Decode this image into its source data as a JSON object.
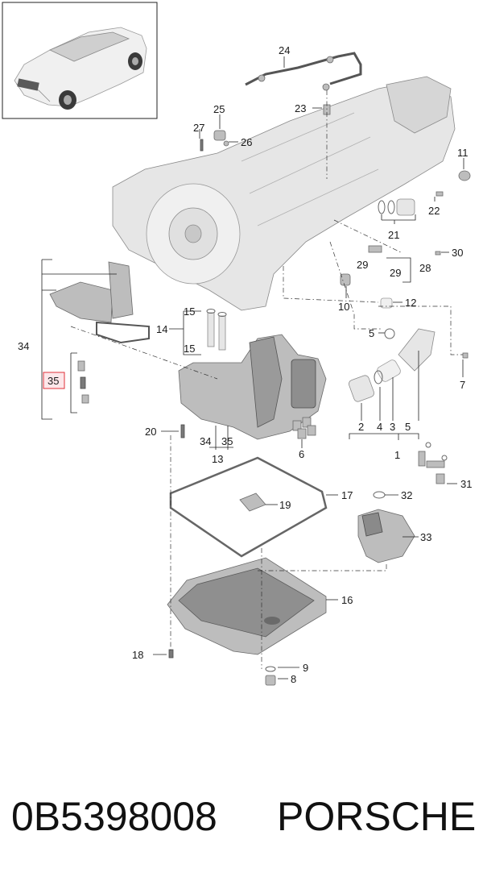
{
  "diagram": {
    "callouts": {
      "c1": "1",
      "c2": "2",
      "c3": "3",
      "c4": "4",
      "c5a": "5",
      "c5b": "5",
      "c6": "6",
      "c7": "7",
      "c8": "8",
      "c9": "9",
      "c10": "10",
      "c11": "11",
      "c12": "12",
      "c13": "13",
      "c14": "14",
      "c15a": "15",
      "c15b": "15",
      "c16": "16",
      "c17": "17",
      "c18": "18",
      "c19": "19",
      "c20": "20",
      "c21": "21",
      "c22": "22",
      "c23": "23",
      "c24": "24",
      "c25": "25",
      "c26": "26",
      "c27": "27",
      "c28": "28",
      "c29a": "29",
      "c29b": "29",
      "c30": "30",
      "c31": "31",
      "c32": "32",
      "c33": "33",
      "c34a": "34",
      "c34b": "34",
      "c35a": "35",
      "c35b": "35"
    },
    "highlight_color": "#e0303a",
    "highlight_fill": "#fde7ea"
  },
  "footer": {
    "part_number": "0B5398008",
    "brand": "PORSCHE"
  }
}
